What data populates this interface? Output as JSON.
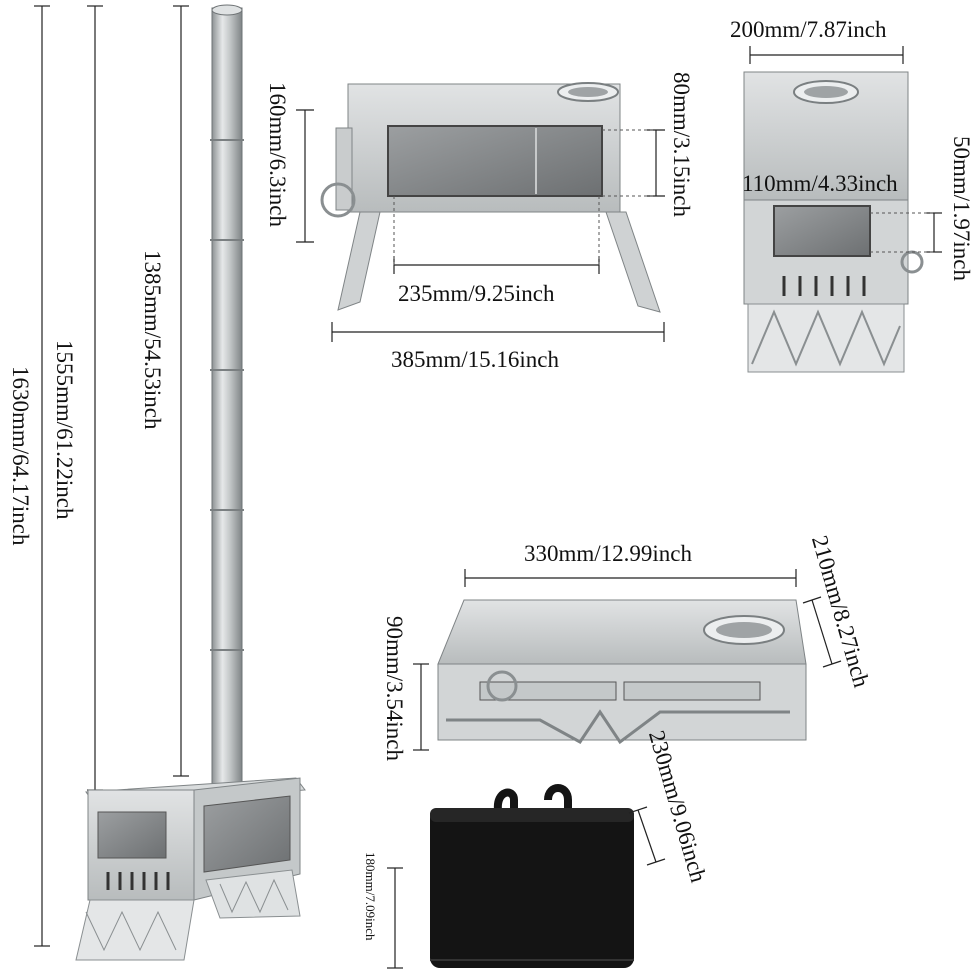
{
  "dimensions": {
    "total_height": "1630mm/64.17inch",
    "height_1555": "1555mm/61.22inch",
    "pipe_1385": "1385mm/54.53inch",
    "front_height": "160mm/6.3inch",
    "window_height": "80mm/3.15inch",
    "window_width": "235mm/9.25inch",
    "total_width": "385mm/15.16inch",
    "side_width": "200mm/7.87inch",
    "door_width": "110mm/4.33inch",
    "door_height": "50mm/1.97inch",
    "folded_length": "330mm/12.99inch",
    "folded_depth": "210mm/8.27inch",
    "folded_height": "90mm/3.54inch",
    "bag_depth": "230mm/9.06inch",
    "bag_height": "180mm/7.09inch"
  },
  "colors": {
    "steel": "#c9cccd",
    "steel_dark": "#8f9496",
    "glass": "#7e8183",
    "bag": "#141414",
    "dim_line": "#222222"
  }
}
